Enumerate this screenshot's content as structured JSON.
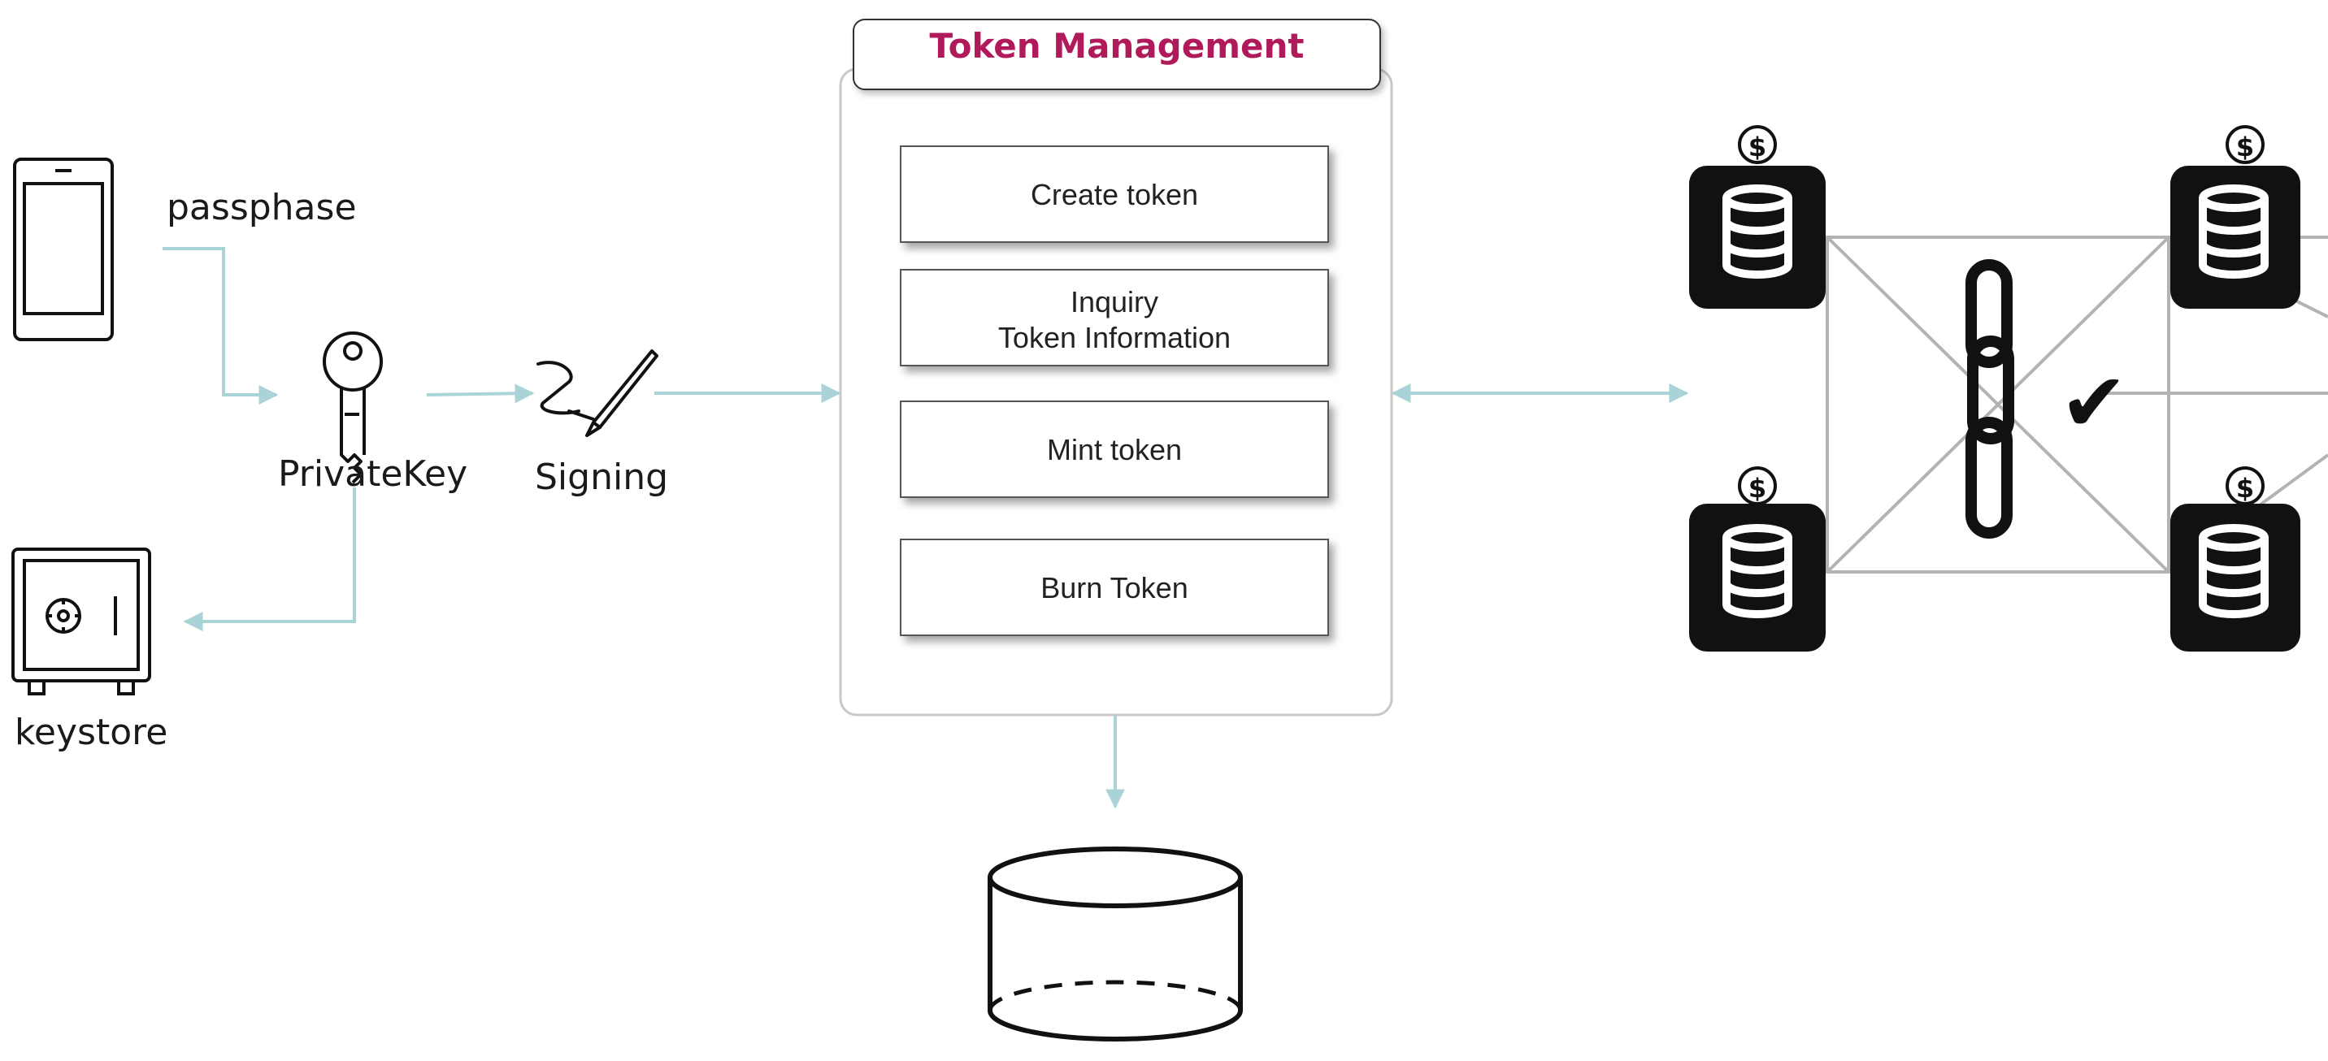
{
  "labels": {
    "passphrase": "passphase",
    "private_key": "PrivateKey",
    "signing": "Signing",
    "keystore": "keystore"
  },
  "token_management": {
    "title": "Token Management",
    "operations": [
      {
        "line1": "Create  token",
        "line2": ""
      },
      {
        "line1": "Inquiry",
        "line2": "Token  Information"
      },
      {
        "line1": "Mint  token",
        "line2": ""
      },
      {
        "line1": "Burn  Token",
        "line2": ""
      }
    ]
  },
  "blockchain": {
    "node_symbol": "$",
    "check_symbol": "✔"
  },
  "colors": {
    "connector": "#a9d3d6",
    "title_text": "#b01a5a",
    "panel_border": "#c8c8c8",
    "button_border": "#555555",
    "icon_stroke": "#111111"
  }
}
